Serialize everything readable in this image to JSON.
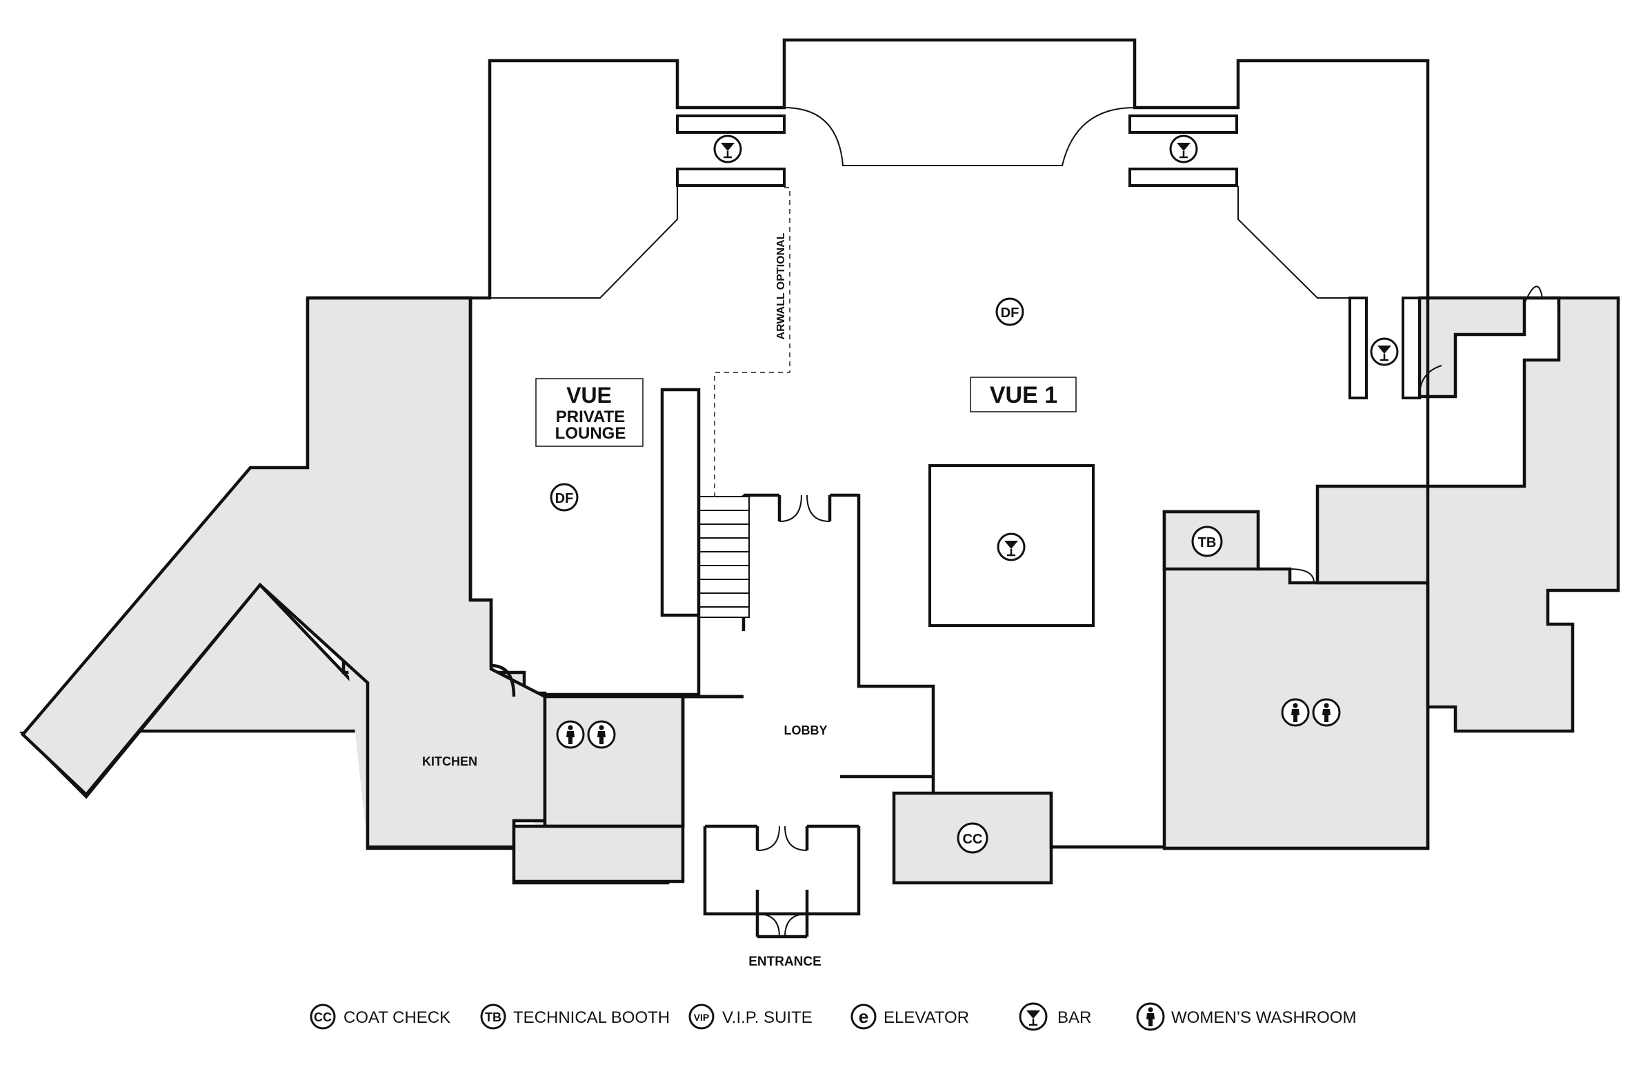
{
  "rooms": {
    "vue1": "VUE 1",
    "private_lounge_line1": "VUE",
    "private_lounge_line2": "PRIVATE",
    "private_lounge_line3": "LOUNGE",
    "kitchen": "KITCHEN",
    "lobby": "LOBBY",
    "entrance": "ENTRANCE",
    "airwall": "ARWALL OPTIONAL"
  },
  "badges": {
    "dance_floor": "DF",
    "coat_check": "CC",
    "technical_booth": "TB",
    "vip": "VIP",
    "elevator": "e"
  },
  "legend": [
    {
      "badge": "CC",
      "label": "COAT CHECK",
      "icon": "coat-check-icon"
    },
    {
      "badge": "TB",
      "label": "TECHNICAL BOOTH",
      "icon": "technical-booth-icon"
    },
    {
      "badge": "VIP",
      "label": "V.I.P. SUITE",
      "icon": "vip-suite-icon"
    },
    {
      "badge": "e",
      "label": "ELEVATOR",
      "icon": "elevator-icon"
    },
    {
      "badge": "",
      "label": "BAR",
      "icon": "martini-bar-icon"
    },
    {
      "badge": "",
      "label": "WOMEN’S WASHROOM",
      "icon": "womens-washroom-icon"
    }
  ],
  "colors": {
    "service_fill": "#e6e6e7",
    "wall": "#111111",
    "background": "#ffffff"
  }
}
